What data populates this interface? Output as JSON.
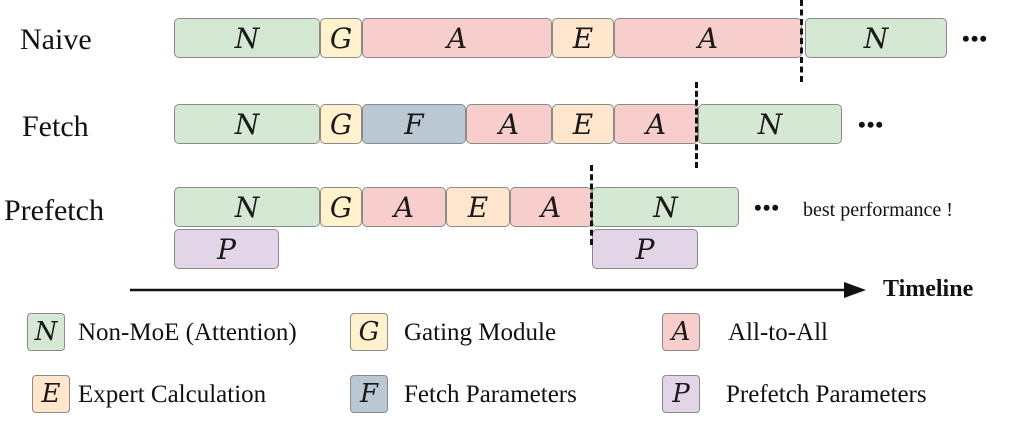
{
  "rows": {
    "naive": {
      "label": "Naive",
      "blocks": [
        "N",
        "G",
        "A",
        "E",
        "A",
        "N"
      ],
      "more": "•••"
    },
    "fetch": {
      "label": "Fetch",
      "blocks": [
        "N",
        "G",
        "F",
        "A",
        "E",
        "A",
        "N"
      ],
      "more": "•••"
    },
    "prefetch": {
      "label": "Prefetch",
      "blocks": [
        "N",
        "G",
        "A",
        "E",
        "A",
        "N"
      ],
      "sub_blocks": [
        "P",
        "P"
      ],
      "more": "•••",
      "note": "best performance !"
    }
  },
  "timeline": {
    "label": "Timeline"
  },
  "legend": [
    {
      "letter": "N",
      "text": "Non-MoE (Attention)",
      "color": "#d5e8d4"
    },
    {
      "letter": "G",
      "text": "Gating Module",
      "color": "#fff2cc"
    },
    {
      "letter": "A",
      "text": "All-to-All",
      "color": "#f8cecc"
    },
    {
      "letter": "E",
      "text": "Expert Calculation",
      "color": "#ffe6cc"
    },
    {
      "letter": "F",
      "text": "Fetch Parameters",
      "color": "#bac8d3"
    },
    {
      "letter": "P",
      "text": "Prefetch Parameters",
      "color": "#e1d5e7"
    }
  ]
}
